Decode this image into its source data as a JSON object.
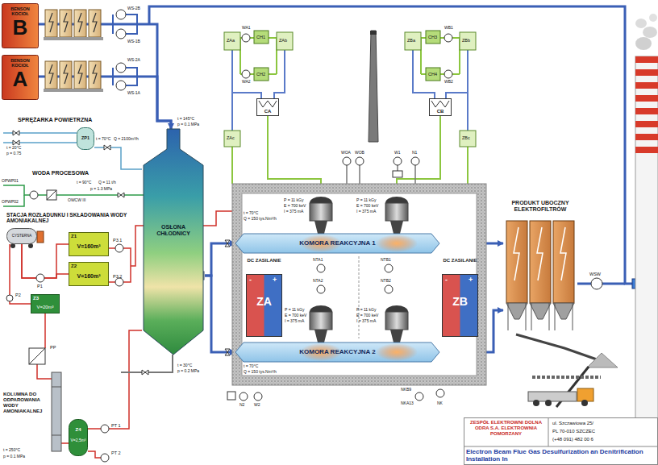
{
  "diagram": {
    "nodes": [
      {
        "text": [
          "BENSON KOCIOŁ",
          "B"
        ]
      },
      {
        "text": [
          "BENSON KOCIOŁ",
          "A"
        ]
      },
      {
        "text": [
          "ZP1"
        ]
      },
      {
        "text": [
          "OSŁONA CHŁODNICY"
        ]
      },
      {
        "text": [
          "CYSTERNA"
        ]
      },
      {
        "text": [
          "Z1",
          "V=160m³"
        ]
      },
      {
        "text": [
          "Z2",
          "V=160m³"
        ]
      },
      {
        "text": [
          "Z3",
          "V=20m³"
        ]
      },
      {
        "text": [
          "Z4",
          "V=2,5m³"
        ]
      },
      {
        "text": [
          "CA"
        ]
      },
      {
        "text": [
          "CB"
        ]
      },
      {
        "text": [
          "KOMORA REAKCYJNA 1"
        ]
      },
      {
        "text": [
          "DC ZASILANIE",
          "-",
          "+",
          "ZA"
        ]
      },
      {
        "text": [
          "DC ZASILANIE",
          "-",
          "+",
          "ZB"
        ]
      },
      {
        "text": [
          "KOMORA REAKCYJNA 2"
        ]
      },
      {
        "text": [
          "PRODUKT UBOCZNY ELEKTROFILTRÓW"
        ]
      },
      {
        "text": [
          "ZESPÓŁ ELEKTROWNI DOLNA ODRA S.A. ELEKTROWNIA POMORZANY",
          "ul. Szczawiowa 25/",
          "PL 70-010 SZCZEC",
          "(+48 091) 482 00 6",
          "Electron Beam Flue Gas Desulfurization an Denitrification Installation In"
        ]
      }
    ],
    "edges": [
      {
        "from": 0,
        "to": 3,
        "arrow": "to"
      },
      {
        "from": 1,
        "to": 3,
        "arrow": "to"
      },
      {
        "from": 2,
        "to": 3,
        "arrow": "none"
      },
      {
        "from": 3,
        "to": 11,
        "arrow": "to"
      },
      {
        "from": 3,
        "to": 14,
        "arrow": "to"
      },
      {
        "from": 11,
        "to": 15,
        "arrow": "to"
      },
      {
        "from": 14,
        "to": 15,
        "arrow": "to"
      },
      {
        "from": 4,
        "to": 5,
        "arrow": "none"
      },
      {
        "from": 4,
        "to": 6,
        "arrow": "none"
      }
    ],
    "labels": [
      "WS-2B",
      "WS-1B",
      "WS-2A",
      "WS-1A",
      "SPRĘŻARKA POWIETRZNA",
      "t = 20°C",
      "p = 0.75",
      "t = 70°C",
      "Q = 2100m³/h",
      "t = 145°C",
      "p = 0.1 MPa",
      "WODA PROCESOWA",
      "OPWP01",
      "OPWP02",
      "t = 90°C",
      "Q = 11 t/h",
      "p = 1.3 MPa",
      "OWCW III",
      "STACJA ROZŁADUNKU I SKŁADOWANIA WODY AMONIAKALNEJ",
      "P1",
      "P2",
      "P3.1",
      "P3.2",
      "PP",
      "KOLUMNA DO ODPAROWANIA WODY AMONIAKALNEJ",
      "PT 1",
      "PT 2",
      "t = 250°C",
      "p = 0.1 MPa",
      "t = 30°C",
      "p = 0.2 MPa",
      "ZAa",
      "WA1",
      "CH1",
      "WA2",
      "CH2",
      "ZAb",
      "ZAc",
      "ZBa",
      "CH3",
      "WB1",
      "CH4",
      "WB2",
      "ZBb",
      "ZBc",
      "WOA",
      "WOB",
      "W1",
      "N1",
      "t = 70°C",
      "Q = 150 tys.Nm³/h",
      "P = 11 kGy",
      "E = 700 keV",
      "I = 375 mA",
      "P = 11 kGy",
      "E = 700 keV",
      "I = 375 mA",
      "P = 11 kGy",
      "E = 700 keV",
      "I = 375 mA",
      "P = 11 kGy",
      "E = 700 keV",
      "I = 375 mA",
      "NTA1",
      "NTA2",
      "NTB1",
      "NTB2",
      "t = 70°C",
      "Q = 150 tys.Nm³/h",
      "N2",
      "W2",
      "NKB9",
      "NKA13",
      "NK",
      "WSW"
    ]
  }
}
